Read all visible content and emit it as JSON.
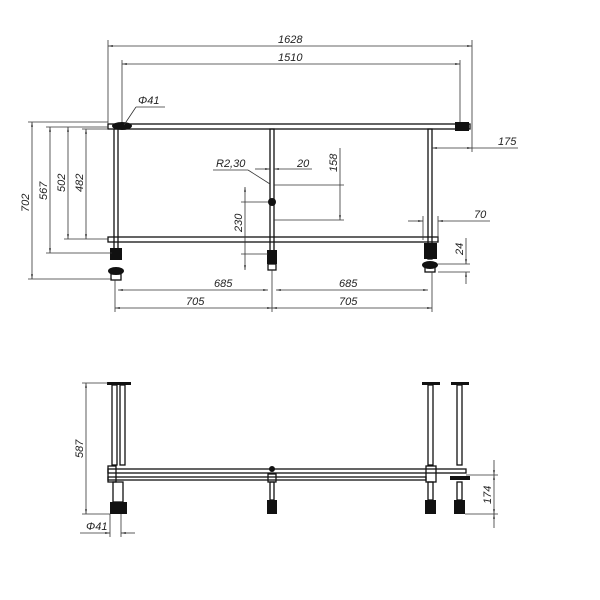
{
  "top_view": {
    "dimensions": {
      "overall_length": "1628",
      "inner_length": "1510",
      "pipe_diameter": "Φ41",
      "overall_height": "702",
      "height_567": "567",
      "height_502": "502",
      "height_482": "482",
      "radius": "R2,30",
      "offset_20": "20",
      "height_158": "158",
      "height_230": "230",
      "overhang_175": "175",
      "width_70": "70",
      "height_24": "24",
      "span_685_left": "685",
      "span_685_right": "685",
      "span_705_left": "705",
      "span_705_right": "705"
    }
  },
  "side_view": {
    "dimensions": {
      "leg_height": "587",
      "rail_height": "174",
      "foot_diameter": "Φ41"
    }
  },
  "colors": {
    "line": "#111111",
    "background": "#ffffff"
  }
}
